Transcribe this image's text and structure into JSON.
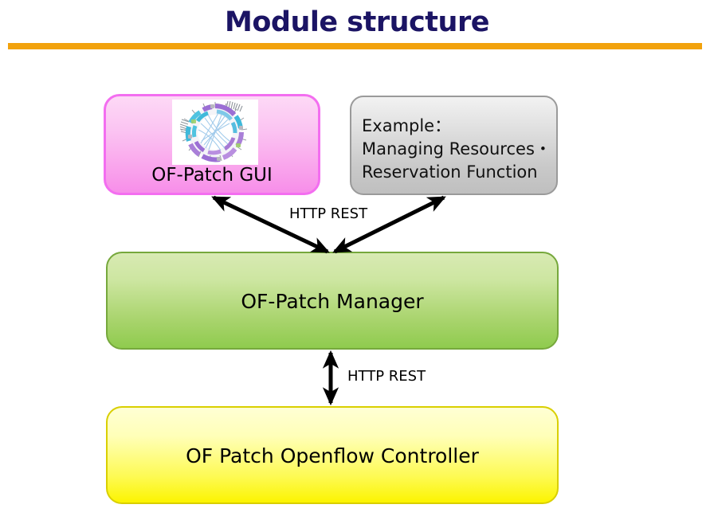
{
  "slide": {
    "title": "Module structure",
    "title_color": "#1b1464",
    "rule_color": "#f2a20c",
    "background": "#ffffff"
  },
  "diagram": {
    "type": "block-architecture",
    "nodes": [
      {
        "id": "gui",
        "label": "OF-Patch GUI",
        "fill": "#f9a3ec",
        "border": "#f36ef0",
        "thumbnail": "circos-network-diagram"
      },
      {
        "id": "example",
        "lines": [
          "Example：",
          "Managing Resources・",
          "Reservation Function"
        ],
        "fill": "#c9c9c9",
        "border": "#9a9a9a"
      },
      {
        "id": "manager",
        "label": "OF-Patch Manager",
        "fill": "#a9d46d",
        "border": "#76a83c"
      },
      {
        "id": "controller",
        "label": "OF Patch Openflow Controller",
        "fill": "#fdfa55",
        "border": "#d9cf00"
      }
    ],
    "connectors": [
      {
        "id": "gui-to-manager",
        "label": "HTTP REST",
        "from": "gui",
        "to": "manager",
        "style": "double-headed"
      },
      {
        "id": "example-to-manager",
        "label": "",
        "from": "example",
        "to": "manager",
        "style": "double-headed"
      },
      {
        "id": "manager-to-controller",
        "label": "HTTP REST",
        "from": "manager",
        "to": "controller",
        "style": "double-headed"
      }
    ]
  }
}
